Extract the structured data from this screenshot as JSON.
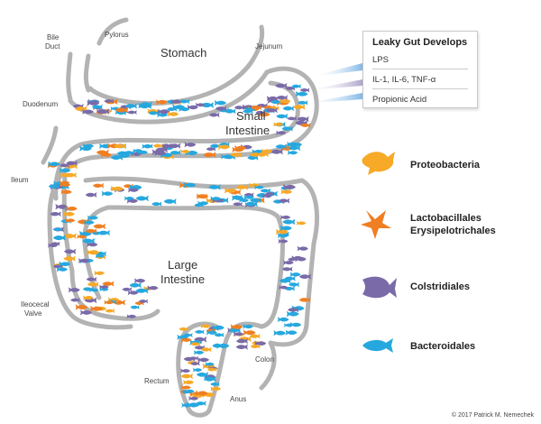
{
  "labels": {
    "bile_duct_1": "Bile",
    "bile_duct_2": "Duct",
    "pylorus": "Pylorus",
    "stomach": "Stomach",
    "jejunum": "Jejunum",
    "duodenum": "Duodenum",
    "small_intestine_1": "Small",
    "small_intestine_2": "Intestine",
    "ileum": "Ileum",
    "large_intestine_1": "Large",
    "large_intestine_2": "Intestine",
    "ileocecal_1": "Ileocecal",
    "ileocecal_2": "Valve",
    "rectum": "Rectum",
    "colon": "Colon",
    "anus": "Anus"
  },
  "callout": {
    "title": "Leaky Gut Develops",
    "items": [
      "LPS",
      "IL-1, IL-6, TNF-α",
      "Propionic Acid"
    ]
  },
  "legend": {
    "proteobacteria": "Proteobacteria",
    "lactobacillales_1": "Lactobacillales",
    "lactobacillales_2": "Erysipelotrichales",
    "colstridiales": "Colstridiales",
    "bacteroidales": "Bacteroidales"
  },
  "colors": {
    "proteobacteria": "#f7a928",
    "lactobacillales": "#ef7f22",
    "colstridiales": "#7a6aa8",
    "bacteroidales": "#26a8df",
    "gut_wall": "#b3b3b3"
  },
  "copyright": "© 2017 Patrick M. Nemechek"
}
